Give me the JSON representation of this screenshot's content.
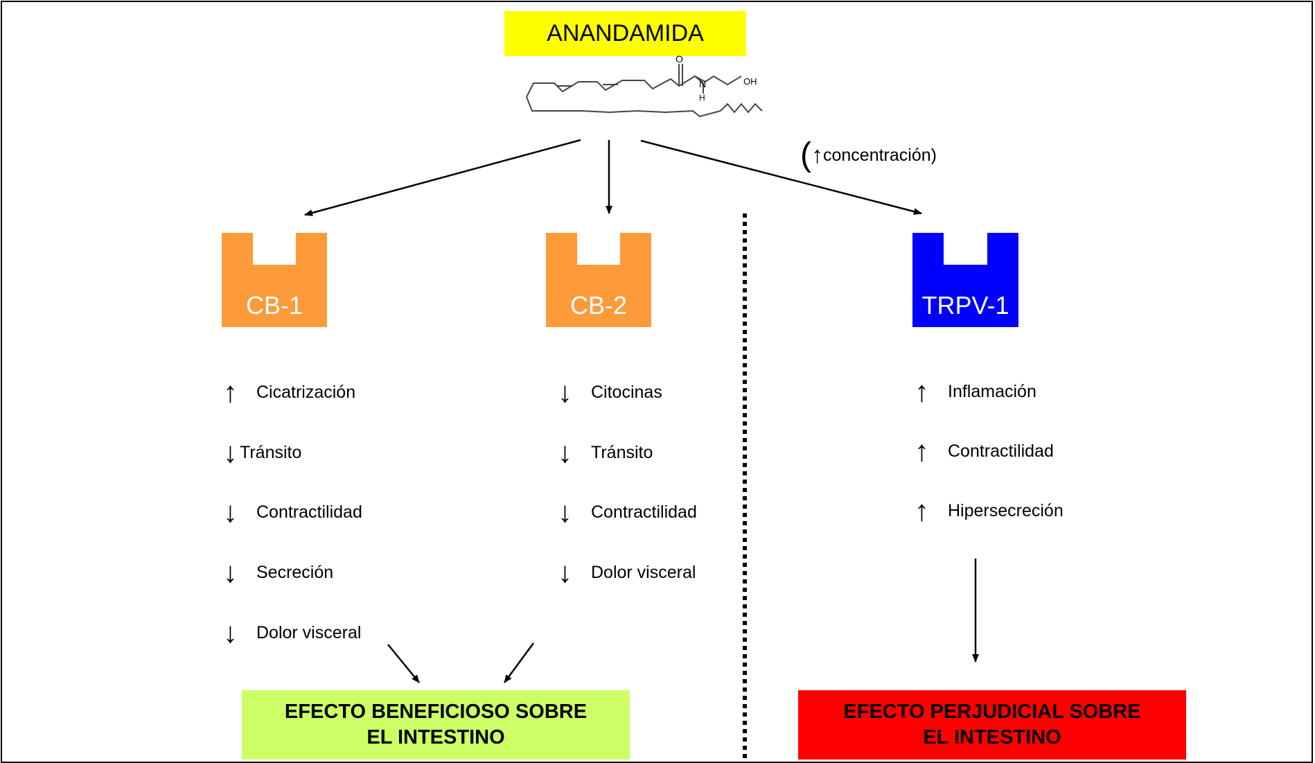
{
  "title": "ANANDAMIDA",
  "molecule": {
    "label_o": "O",
    "label_n": "N",
    "label_h": "H",
    "label_oh": "OH"
  },
  "concentration_note": {
    "open": "(",
    "arrow": "↑",
    "text": "concentración)"
  },
  "receptors": [
    {
      "label": "CB-1",
      "color": "#fd9a3a"
    },
    {
      "label": "CB-2",
      "color": "#fd9a3a"
    },
    {
      "label": "TRPV-1",
      "color": "#0000ff"
    }
  ],
  "effects": {
    "cb1": [
      {
        "arrow": "↑",
        "text": "Cicatrización"
      },
      {
        "arrow": "↓",
        "text": "Tránsito"
      },
      {
        "arrow": "↓",
        "text": "Contractilidad"
      },
      {
        "arrow": "↓",
        "text": "Secreción"
      },
      {
        "arrow": "↓",
        "text": "Dolor visceral"
      }
    ],
    "cb2": [
      {
        "arrow": "↓",
        "text": "Citocinas"
      },
      {
        "arrow": "↓",
        "text": "Tránsito"
      },
      {
        "arrow": "↓",
        "text": "Contractilidad"
      },
      {
        "arrow": "↓",
        "text": "Dolor visceral"
      }
    ],
    "trpv1": [
      {
        "arrow": "↑",
        "text": "Inflamación"
      },
      {
        "arrow": "↑",
        "text": "Contractilidad"
      },
      {
        "arrow": "↑",
        "text": "Hipersecreción"
      }
    ]
  },
  "results": {
    "beneficial": {
      "line1": "EFECTO BENEFICIOSO SOBRE",
      "line2": "EL INTESTINO",
      "color": "#ccff66"
    },
    "harmful": {
      "line1": "EFECTO PERJUDICIAL SOBRE",
      "line2": "EL INTESTINO",
      "color": "#ff0000"
    }
  }
}
